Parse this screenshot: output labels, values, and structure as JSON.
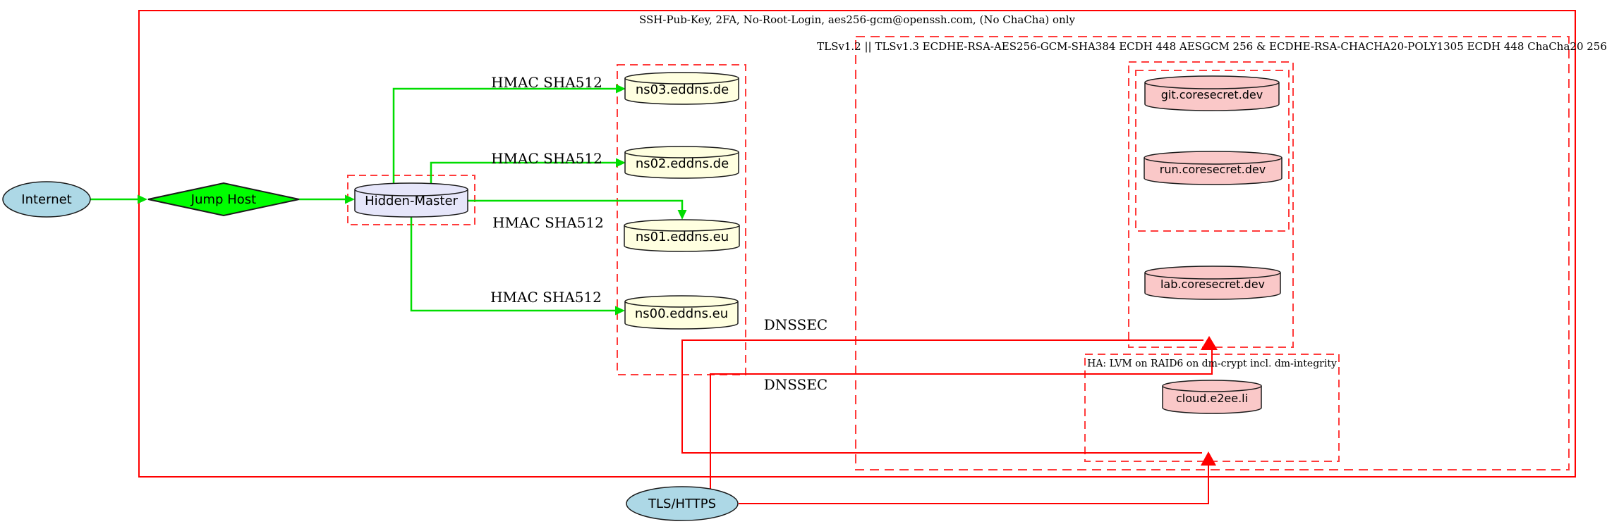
{
  "colors": {
    "cluster_solid_red": "#ff0000",
    "cluster_dashed_red": "#ff3b3b",
    "edge_green": "#00dd00",
    "edge_red": "#ff0000",
    "node_blue": "#add8e6",
    "node_green": "#00ff00",
    "node_lavender": "#e6e6fa",
    "node_yellow": "#ffffe0",
    "node_pink": "#fac8c8"
  },
  "clusters": {
    "ssh": {
      "label": "SSH-Pub-Key, 2FA, No-Root-Login, aes256-gcm@openssh.com, (No ChaCha) only"
    },
    "tls": {
      "label": "TLSv1.2 || TLSv1.3 ECDHE-RSA-AES256-GCM-SHA384 ECDH 448 AESGCM 256 & ECDHE-RSA-CHACHA20-POLY1305 ECDH 448 ChaCha20 256"
    },
    "ha": {
      "label": "HA: LVM on RAID6 on dm-crypt incl. dm-integrity"
    }
  },
  "nodes": {
    "internet": {
      "label": "Internet"
    },
    "jump_host": {
      "label": "Jump Host"
    },
    "hidden_master": {
      "label": "Hidden-Master"
    },
    "ns03": {
      "label": "ns03.eddns.de"
    },
    "ns02": {
      "label": "ns02.eddns.de"
    },
    "ns01": {
      "label": "ns01.eddns.eu"
    },
    "ns00": {
      "label": "ns00.eddns.eu"
    },
    "git": {
      "label": "git.coresecret.dev"
    },
    "run": {
      "label": "run.coresecret.dev"
    },
    "lab": {
      "label": "lab.coresecret.dev"
    },
    "cloud": {
      "label": "cloud.e2ee.li"
    },
    "tls_https": {
      "label": "TLS/HTTPS"
    }
  },
  "edge_labels": {
    "hmac_ns03": "HMAC SHA512",
    "hmac_ns02": "HMAC SHA512",
    "hmac_ns01": "HMAC SHA512",
    "hmac_ns00": "HMAC SHA512",
    "dnssec_upper": "DNSSEC",
    "dnssec_lower": "DNSSEC"
  }
}
